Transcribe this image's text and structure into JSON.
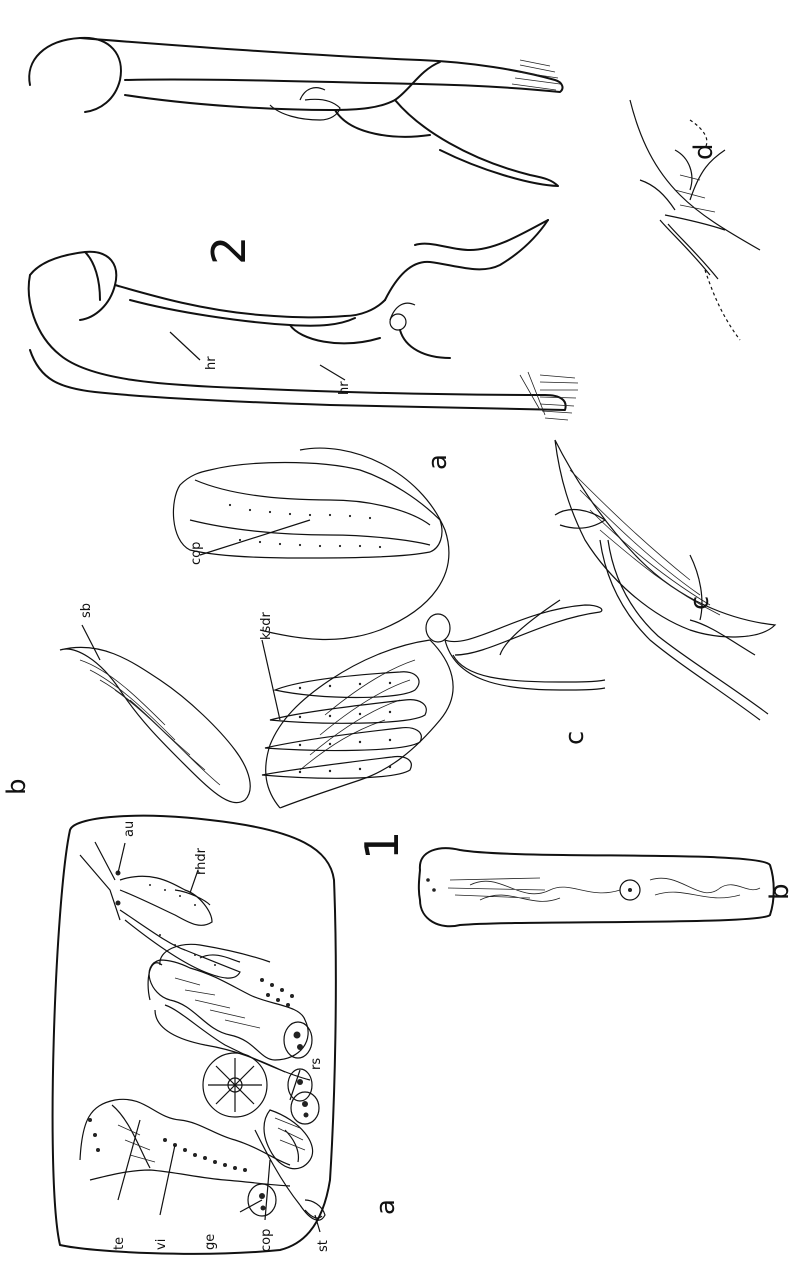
{
  "figures": {
    "fig1": {
      "number": "1",
      "panels": {
        "a": "a",
        "b": "b",
        "c": "c"
      },
      "labels_a": {
        "au": "au",
        "rhdr": "rhdr",
        "rs": "rs",
        "te": "te",
        "vi": "vi",
        "ge": "ge",
        "cop": "cop",
        "st": "st"
      },
      "labels_c": {
        "sb": "sb",
        "cop": "cop",
        "ksdr": "ksdr"
      }
    },
    "fig2": {
      "number": "2",
      "panels": {
        "a": "a",
        "b": "b",
        "c": "c",
        "d": "d"
      },
      "labels_a": {
        "hr_top": "hr",
        "hr_bottom": "hr"
      }
    }
  }
}
